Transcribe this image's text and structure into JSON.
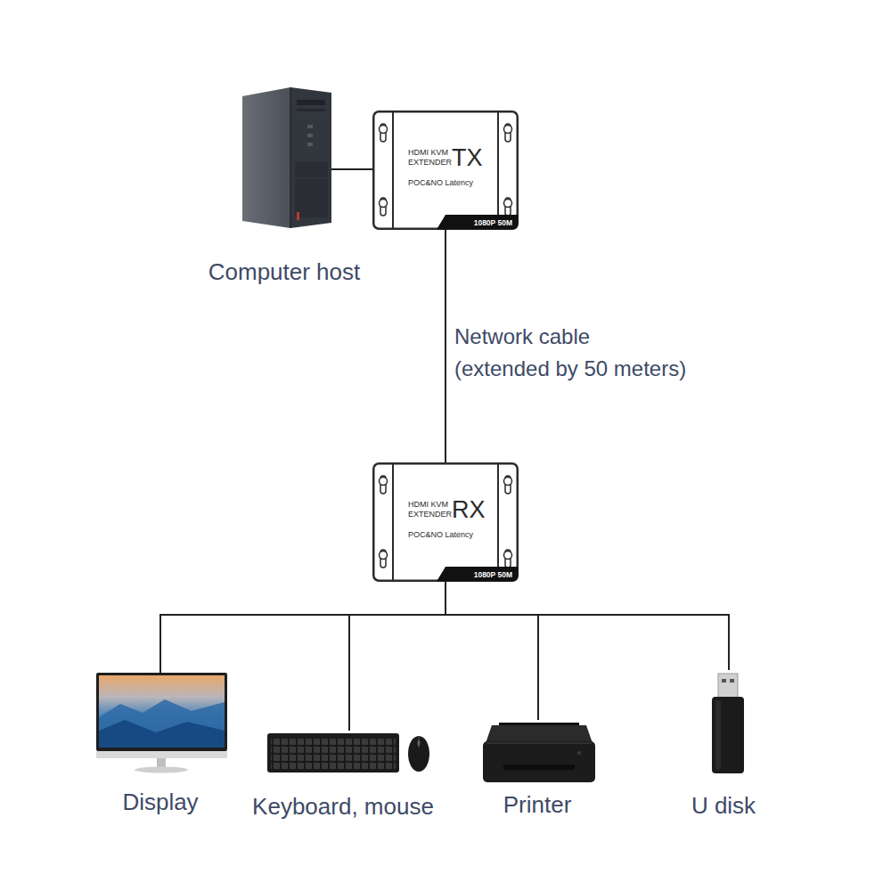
{
  "diagram": {
    "nodes": [
      {
        "text": [
          "Computer host"
        ]
      },
      {
        "text": [
          "HDMI KVM EXTENDER",
          "TX",
          "POC&NO Latency",
          "1080P 50M"
        ]
      },
      {
        "text": [
          "HDMI KVM EXTENDER",
          "RX",
          "POC&NO Latency",
          "1080P 50M"
        ]
      },
      {
        "text": [
          "Display"
        ]
      },
      {
        "text": [
          "Keyboard, mouse"
        ]
      },
      {
        "text": [
          "Printer"
        ]
      },
      {
        "text": [
          "U disk"
        ]
      }
    ],
    "edges": [
      {
        "from": 0,
        "to": 1,
        "arrow": "none"
      },
      {
        "from": 1,
        "to": 2,
        "label": "Network cable (extended by 50 meters)",
        "arrow": "none"
      },
      {
        "from": 2,
        "to": 3,
        "arrow": "none"
      },
      {
        "from": 2,
        "to": 4,
        "arrow": "none"
      },
      {
        "from": 2,
        "to": 5,
        "arrow": "none"
      },
      {
        "from": 2,
        "to": 6,
        "arrow": "none"
      }
    ]
  }
}
